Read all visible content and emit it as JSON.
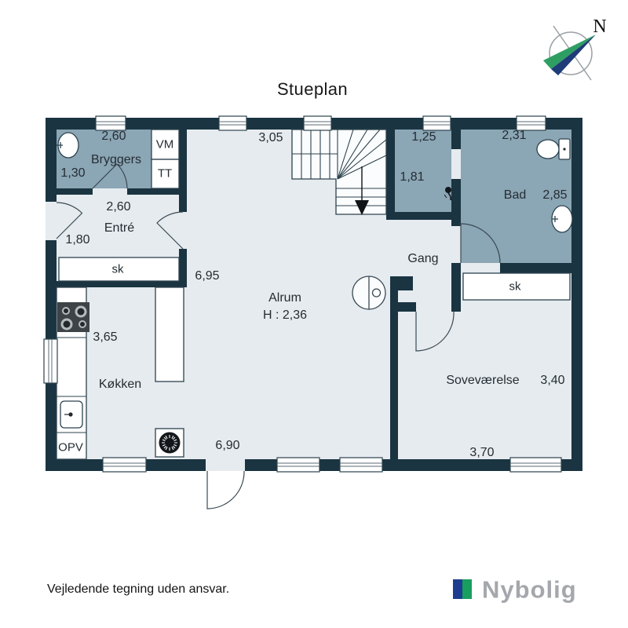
{
  "title": "Stueplan",
  "compass": {
    "label": "N",
    "green": "#2f9e63",
    "blue": "#1e3c78"
  },
  "colors": {
    "wall": "#1a3441",
    "room_light": "#e6ebef",
    "room_blue": "#8ba6b5",
    "line": "#2c424e",
    "brand_gray": "#a4a7ab"
  },
  "labels": {
    "bryggers": {
      "name": "Bryggers",
      "width": "2,60",
      "depth": "1,30"
    },
    "vmtt": {
      "vm": "VM",
      "tt": "TT"
    },
    "entre": {
      "name": "Entré",
      "width": "2,60",
      "depth": "1,80",
      "closet": "sk"
    },
    "kokken": {
      "name": "Køkken",
      "width": "3,65",
      "length": "6,90",
      "dishwasher": "OPV"
    },
    "alrum": {
      "name": "Alrum",
      "ceiling": "H : 2,36",
      "width": "3,05",
      "length": "6,95"
    },
    "shower": {
      "width": "1,25",
      "depth": "1,81"
    },
    "bad": {
      "name": "Bad",
      "width": "2,31",
      "depth": "2,85",
      "closet": "sk"
    },
    "gang": {
      "name": "Gang"
    },
    "sovevaerelse": {
      "name": "Soveværelse",
      "depth": "3,40",
      "width": "3,70"
    }
  },
  "footer": {
    "disclaimer": "Vejledende tegning uden ansvar.",
    "brand": "Nybolig"
  }
}
